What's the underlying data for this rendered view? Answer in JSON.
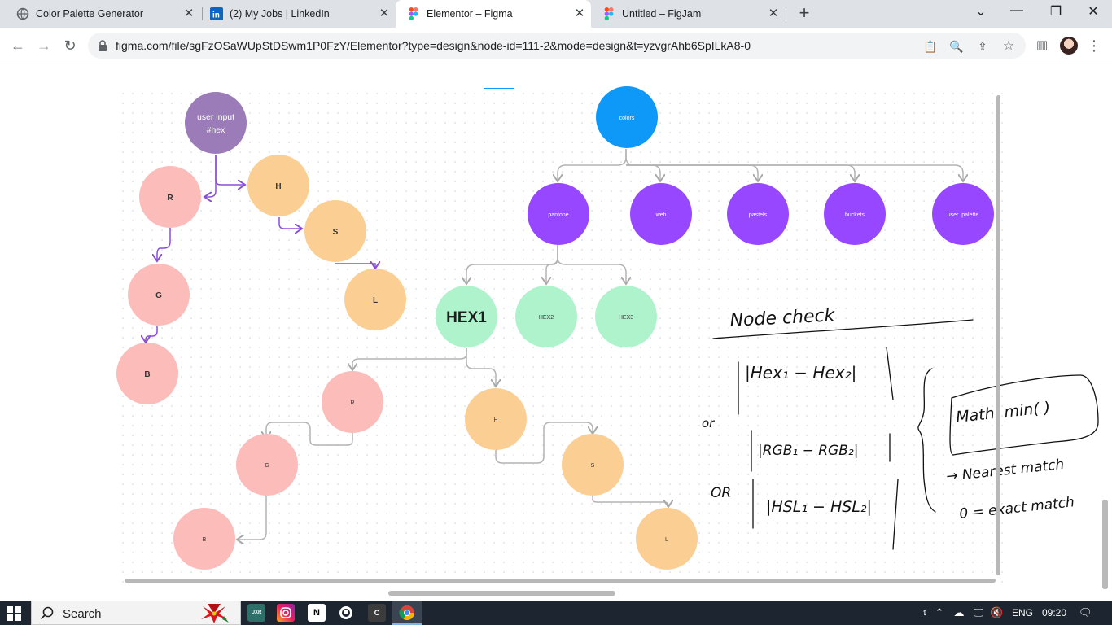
{
  "browser": {
    "tabs": [
      {
        "title": "Color Palette Generator",
        "icon": "globe-icon",
        "active": false
      },
      {
        "title": "(2) My Jobs | LinkedIn",
        "icon": "linkedin-icon",
        "active": false
      },
      {
        "title": "Elementor – Figma",
        "icon": "figma-icon",
        "active": true
      },
      {
        "title": "Untitled – FigJam",
        "icon": "figma-icon",
        "active": false
      }
    ],
    "url": "figma.com/file/sgFzOSaWUpStDSwm1P0FzY/Elementor?type=design&node-id=111-2&mode=design&t=yzvgrAhb6SpILkA8-0"
  },
  "canvas": {
    "left_tree": {
      "root": "user input\n#hex",
      "root_line1": "user input",
      "root_line2": "#hex",
      "nodes": [
        "R",
        "H",
        "S",
        "L",
        "G",
        "B"
      ]
    },
    "right_tree": {
      "root": "colors",
      "categories": [
        "pantone",
        "web",
        "pastels",
        "buckets",
        "user  palette"
      ],
      "hex_nodes": [
        "HEX1",
        "HEX2",
        "HEX3"
      ],
      "hex_children": [
        "R",
        "G",
        "B",
        "H",
        "S",
        "L"
      ]
    },
    "handwriting": {
      "title": "Node check",
      "line1": "|Hex₁ − Hex₂|",
      "or1": "or",
      "line2": "|RGB₁ − RGB₂|",
      "or2": "OR",
      "line3": "|HSL₁ − HSL₂|",
      "math": "Math. min( )",
      "nearest": "→ Nearest match",
      "exact": "0 = exact match"
    },
    "colors": {
      "purple_root": "#9b7bb8",
      "pink": "#fcbcba",
      "orange": "#fbcf94",
      "blue": "#0e98f7",
      "violet": "#9747ff",
      "mint": "#aff3cc",
      "arrow_purple": "#8a4dd8",
      "arrow_gray": "#b3b3b3"
    }
  },
  "taskbar": {
    "search_label": "Search",
    "language": "ENG",
    "time": "09:20",
    "apps": [
      "ux-app-icon",
      "instagram-icon",
      "notion-icon",
      "github-icon",
      "terminal-icon",
      "chrome-icon"
    ]
  }
}
